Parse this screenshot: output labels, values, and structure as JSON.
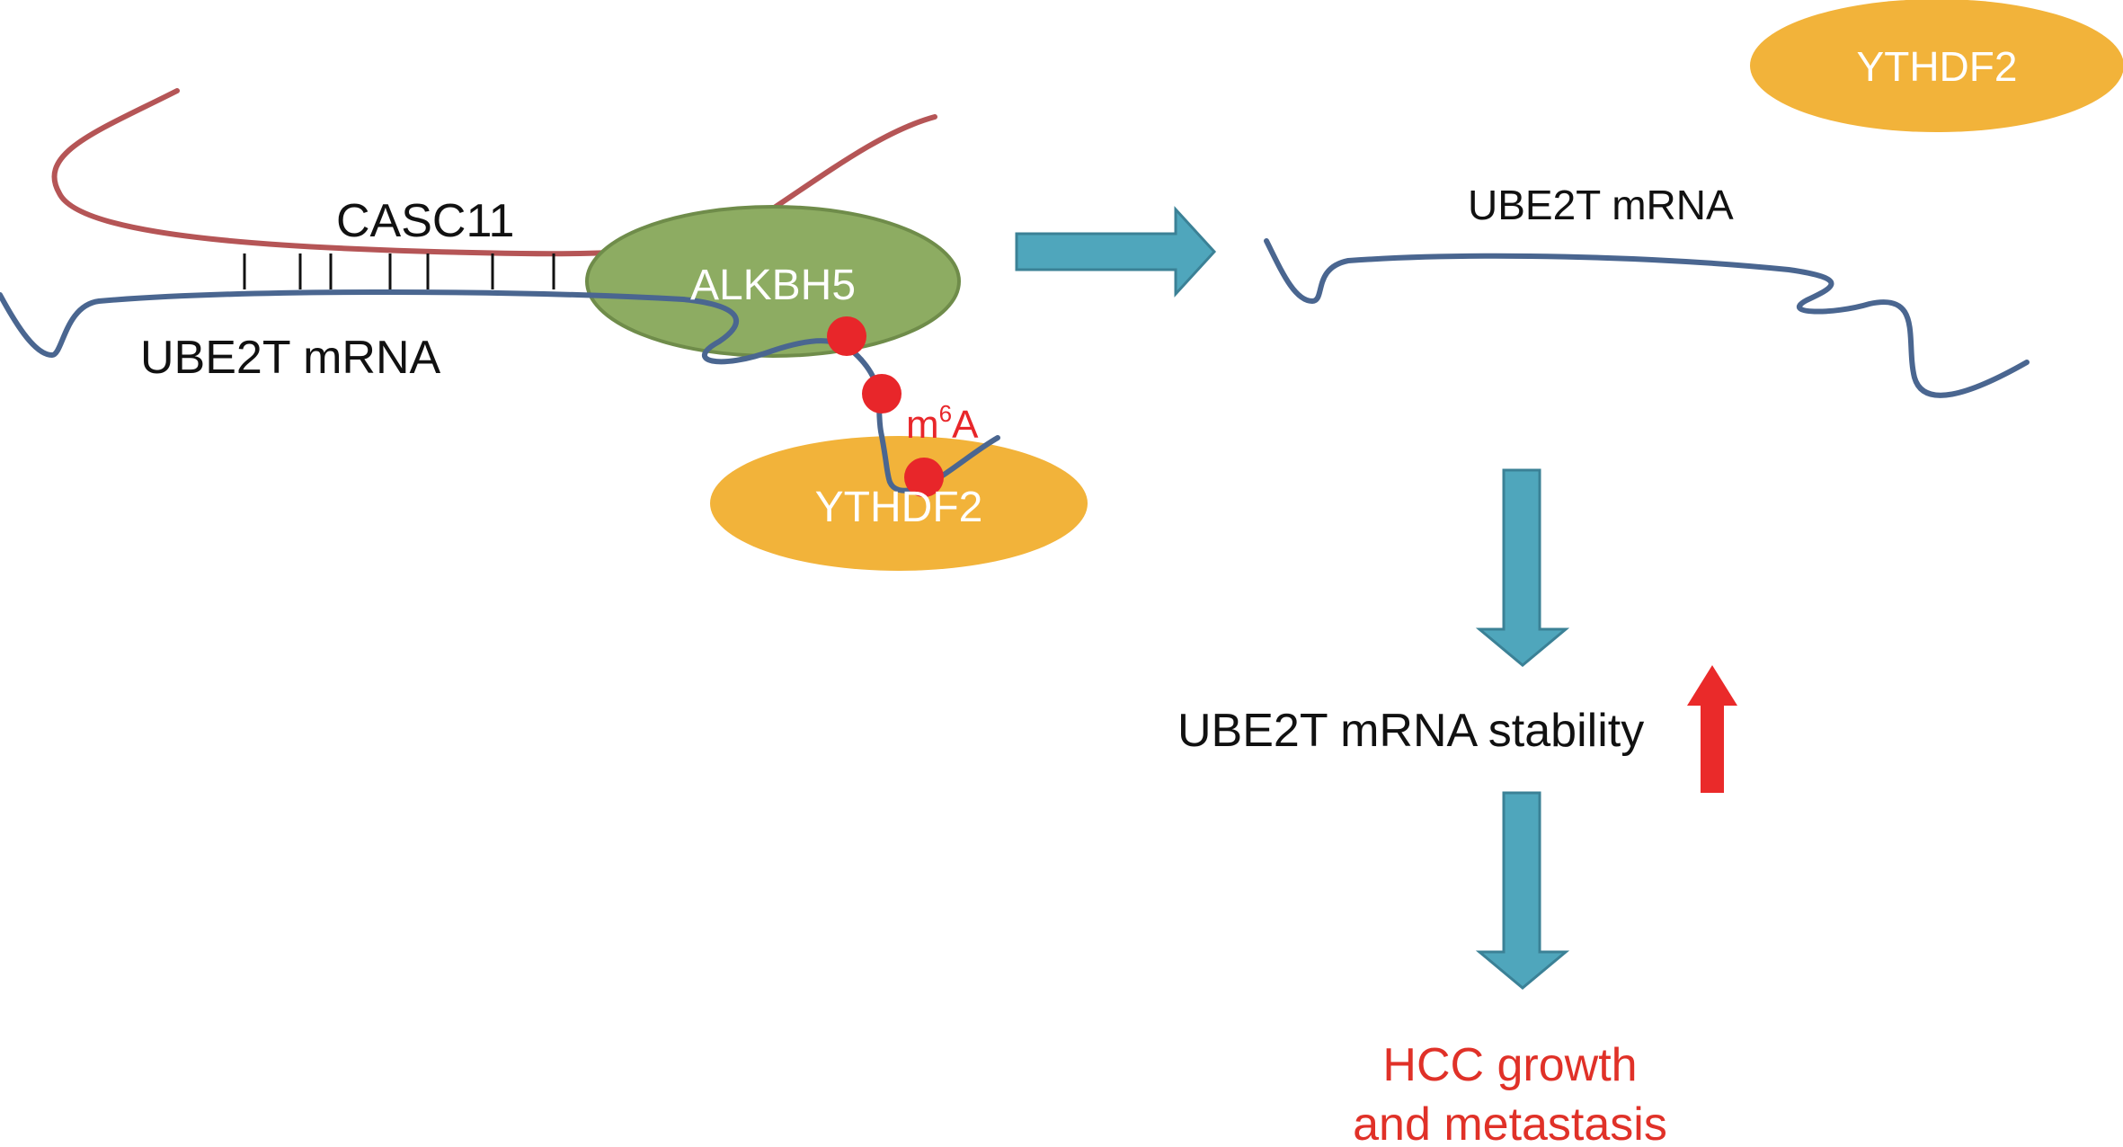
{
  "labels": {
    "casc11": "CASC11",
    "ube2t_left": "UBE2T mRNA",
    "alkbh5": "ALKBH5",
    "m6a_base": "m",
    "m6a_sup": "6",
    "m6a_tail": "A",
    "ythdf2_bound": "YTHDF2",
    "ythdf2_free": "YTHDF2",
    "ube2t_right": "UBE2T mRNA",
    "stability": "UBE2T mRNA stability",
    "outcome_line1": "HCC growth",
    "outcome_line2": "and metastasis"
  },
  "colors": {
    "mrna_strand": "#4a6690",
    "casc11_strand": "#b55556",
    "alkbh5_fill": "#8dac62",
    "alkbh5_stroke": "#6f8c4a",
    "ythdf2_fill": "#f2b33a",
    "m6a_dot": "#e8262a",
    "arrow_fill": "#4fa6bc",
    "arrow_stroke": "#3b8196",
    "up_arrow": "#ea2a2a",
    "outcome_text": "#e03128",
    "label_text": "#111111",
    "white_text": "#ffffff"
  }
}
